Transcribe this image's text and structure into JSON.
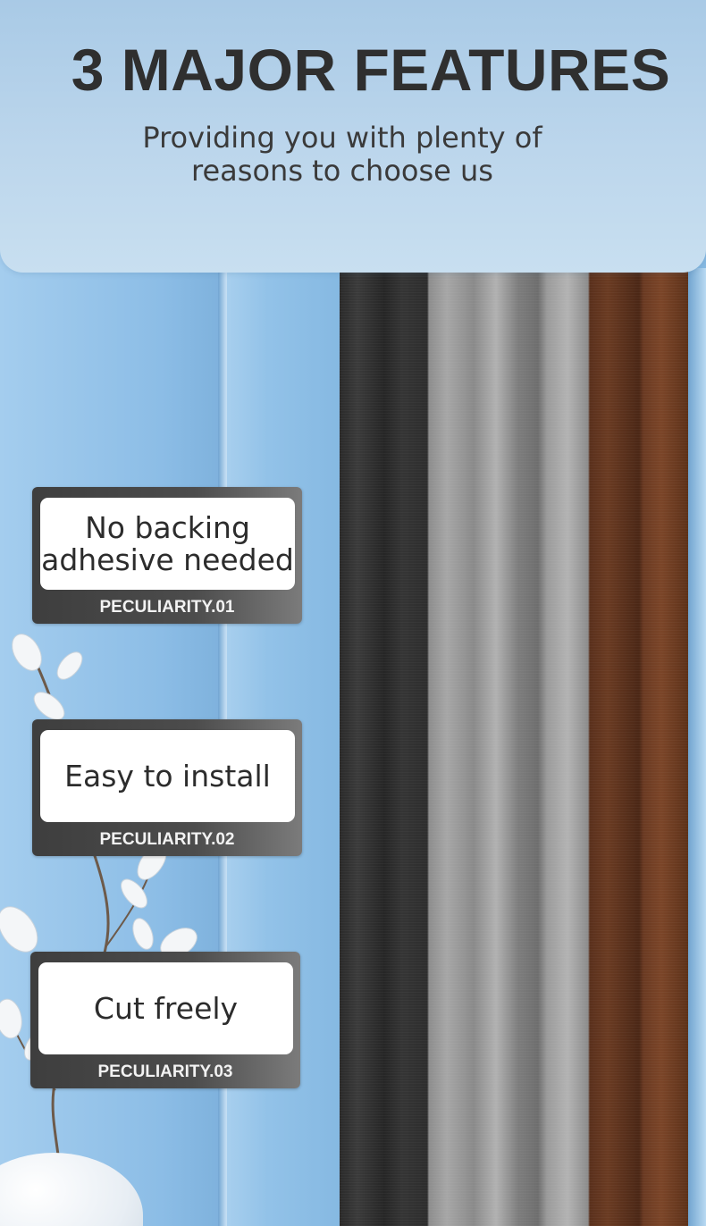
{
  "header": {
    "title": "3 MAJOR FEATURES",
    "subtitle": "Providing you with plenty of reasons to choose us"
  },
  "features": [
    {
      "text": "No backing adhesive needed",
      "tag": "PECULIARITY.01"
    },
    {
      "text": "Easy to install",
      "tag": "PECULIARITY.02"
    },
    {
      "text": "Cut freely",
      "tag": "PECULIARITY.03"
    }
  ],
  "colors": {
    "wall": "#86b9e2",
    "header_bg": "#bcd6ec",
    "card_dark": "#4c4c4c",
    "curtain_black": "#2d2d2d",
    "curtain_gray": "#a6a6a6",
    "curtain_brown": "#6a3b22"
  }
}
